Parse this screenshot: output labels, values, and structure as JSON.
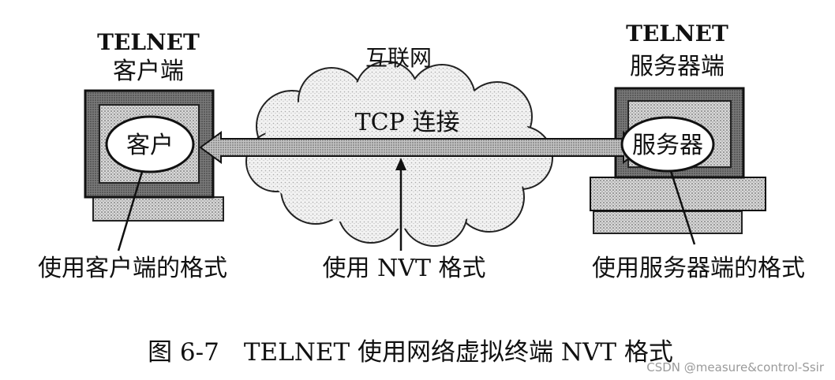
{
  "client": {
    "title": "TELNET",
    "subtitle": "客户端",
    "bubble": "客户",
    "format_label": "使用客户端的格式"
  },
  "network": {
    "title": "互联网",
    "connection_label": "TCP 连接",
    "format_label": "使用 NVT 格式"
  },
  "server": {
    "title": "TELNET",
    "subtitle": "服务器端",
    "bubble": "服务器",
    "format_label": "使用服务器端的格式"
  },
  "caption": "图 6-7　TELNET 使用网络虚拟终端 NVT 格式",
  "watermark": "CSDN @measure&control-Ssir"
}
